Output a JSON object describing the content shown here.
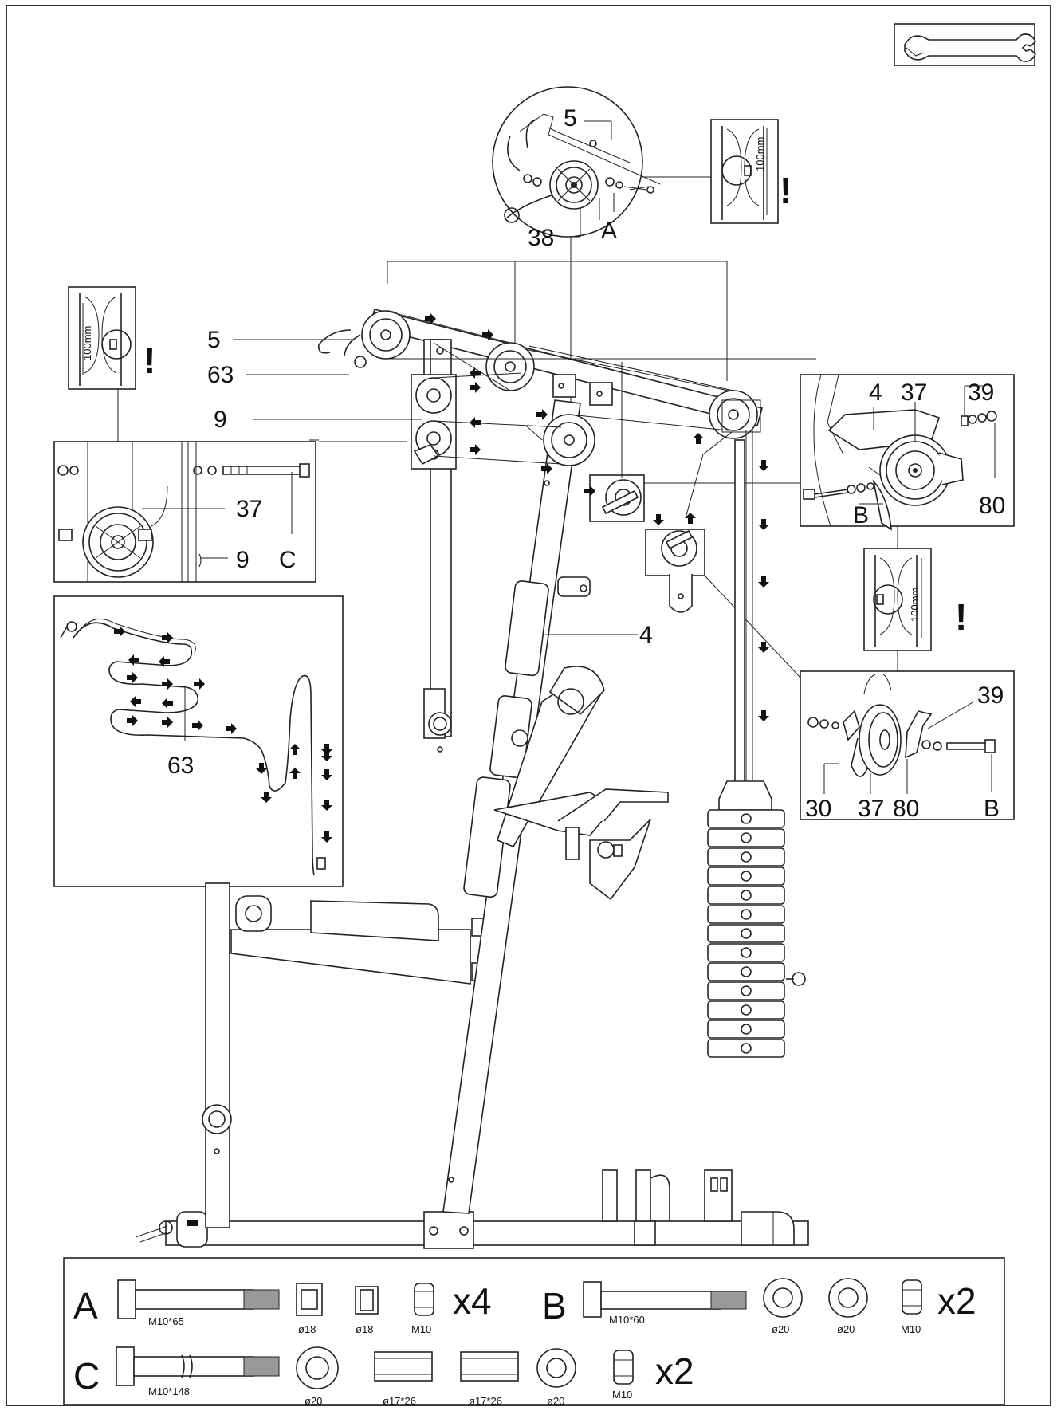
{
  "callouts": {
    "top_5": "5",
    "top_38": "38",
    "top_A": "A",
    "left_5": "5",
    "left_63": "63",
    "left_9": "9",
    "right_4": "4",
    "right_37": "37",
    "right_39": "39",
    "right_80": "80",
    "right_B": "B",
    "main_4": "4",
    "zoom_37": "37",
    "zoom_9": "9",
    "zoom_C": "C",
    "cable_63": "63",
    "low_39": "39",
    "low_30": "30",
    "low_37": "37",
    "low_80": "80",
    "low_B": "B"
  },
  "warnings": {
    "dimension": "100mm",
    "mark": "!"
  },
  "hardware": {
    "A": {
      "letter": "A",
      "bolt": "M10*65",
      "parts": [
        "ø18",
        "ø18",
        "M10"
      ],
      "qty": "x4"
    },
    "B": {
      "letter": "B",
      "bolt": "M10*60",
      "parts": [
        "ø20",
        "ø20",
        "M10"
      ],
      "qty": "x2"
    },
    "C": {
      "letter": "C",
      "bolt": "M10*148",
      "parts": [
        "ø20",
        "ø17*26",
        "ø17*26",
        "ø20",
        "M10"
      ],
      "qty": "x2"
    }
  },
  "icons": {
    "tool": "wrench-icon",
    "arrow": "arrow-icon"
  }
}
